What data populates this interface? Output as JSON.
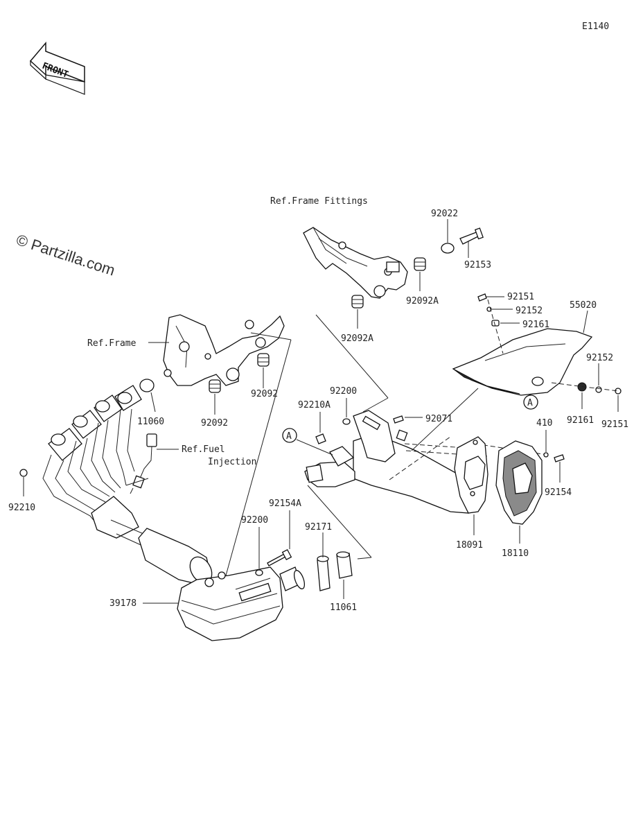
{
  "diagram_code": "E1140",
  "front_arrow": {
    "text": "FRONT",
    "icon": "front-direction-arrow-icon"
  },
  "copyright": "© Partzilla.com",
  "references": {
    "frame_fittings": "Ref.Frame Fittings",
    "frame": "Ref.Frame",
    "fuel_line1": "Ref.Fuel",
    "fuel_line2": "Injection"
  },
  "callout_letter": "A",
  "labels": {
    "p92022": "92022",
    "p92153": "92153",
    "p92092A_1": "92092A",
    "p92092A_2": "92092A",
    "p92151_1": "92151",
    "p92152_1": "92152",
    "p92161_1": "92161",
    "p55020": "55020",
    "p92152_2": "92152",
    "p92161_2": "92161",
    "p92151_2": "92151",
    "p11060": "11060",
    "p92092_1": "92092",
    "p92092_2": "92092",
    "p92200_1": "92200",
    "p92210A": "92210A",
    "p92071": "92071",
    "p410": "410",
    "p92154": "92154",
    "p92210": "92210",
    "p92154A": "92154A",
    "p92200_2": "92200",
    "p92171": "92171",
    "p18091": "18091",
    "p18110": "18110",
    "p11061": "11061",
    "p39178": "39178"
  }
}
